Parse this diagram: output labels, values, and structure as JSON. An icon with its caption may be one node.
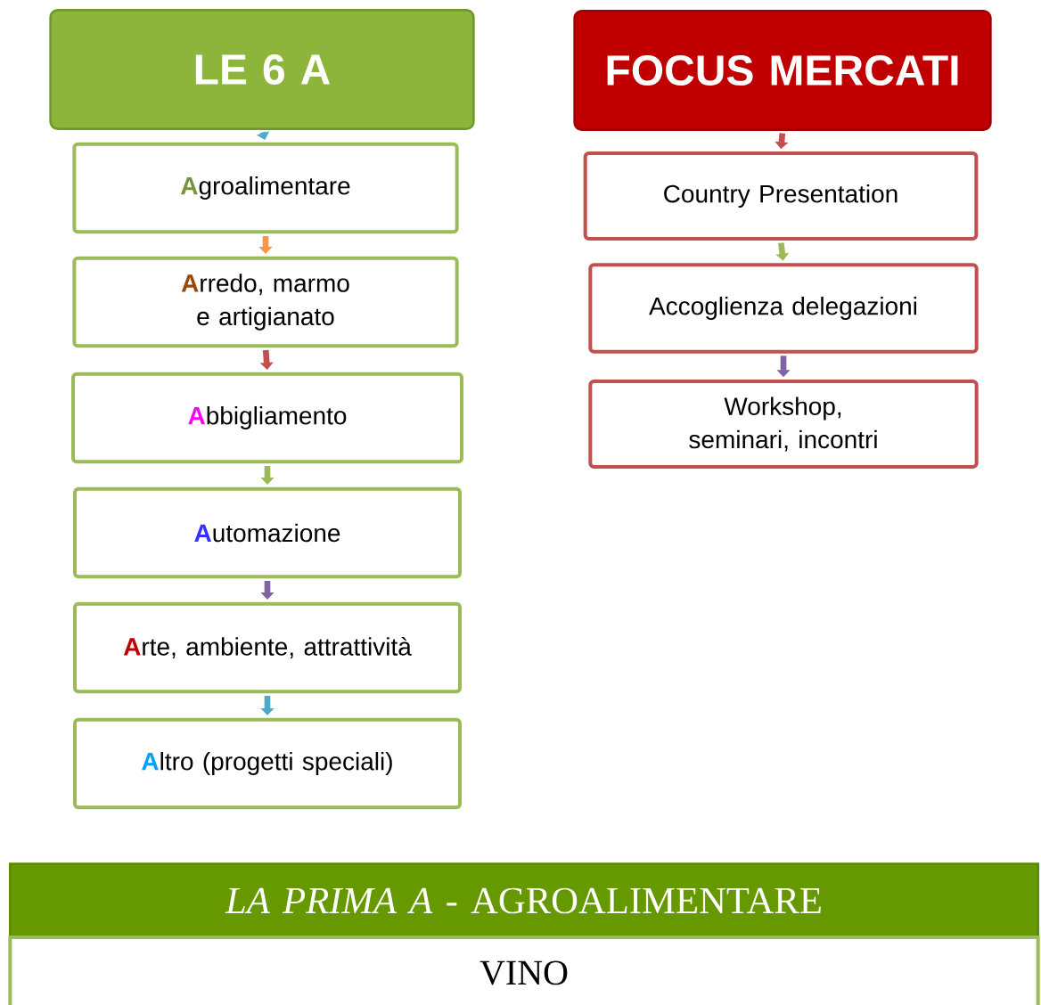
{
  "diagram": {
    "nodes": [
      {
        "text": [
          "LE 6 A"
        ]
      },
      {
        "text": [
          "**A**groalimentare"
        ]
      },
      {
        "text": [
          "**A**rredo, marmo e artigianato"
        ]
      },
      {
        "text": [
          "**A**bbigliamento"
        ]
      },
      {
        "text": [
          "**A**utomazione"
        ]
      },
      {
        "text": [
          "**A**rte, ambiente, attrattività"
        ]
      },
      {
        "text": [
          "**A**ltro (progetti speciali)"
        ]
      },
      {
        "text": [
          "FOCUS MERCATI"
        ]
      },
      {
        "text": [
          "Country Presentation"
        ]
      },
      {
        "text": [
          "Accoglienza delegazioni"
        ]
      },
      {
        "text": [
          "Workshop, seminari, incontri"
        ]
      },
      {
        "text": [
          "*LA PRIMA A* - AGROALIMENTARE"
        ]
      },
      {
        "text": [
          "VINO"
        ]
      }
    ],
    "edges": [
      {
        "from": 0,
        "to": 1,
        "arrow": "to",
        "color": "#4bacc6"
      },
      {
        "from": 1,
        "to": 2,
        "arrow": "to",
        "color": "#f79646"
      },
      {
        "from": 2,
        "to": 3,
        "arrow": "to",
        "color": "#c0504d"
      },
      {
        "from": 3,
        "to": 4,
        "arrow": "to",
        "color": "#9bbb59"
      },
      {
        "from": 4,
        "to": 5,
        "arrow": "to",
        "color": "#8064a2"
      },
      {
        "from": 5,
        "to": 6,
        "arrow": "to",
        "color": "#4bacc6"
      },
      {
        "from": 7,
        "to": 8,
        "arrow": "to",
        "color": "#c0504d"
      },
      {
        "from": 8,
        "to": 9,
        "arrow": "to",
        "color": "#9bbb59"
      },
      {
        "from": 9,
        "to": 10,
        "arrow": "to",
        "color": "#8064a2"
      }
    ]
  }
}
